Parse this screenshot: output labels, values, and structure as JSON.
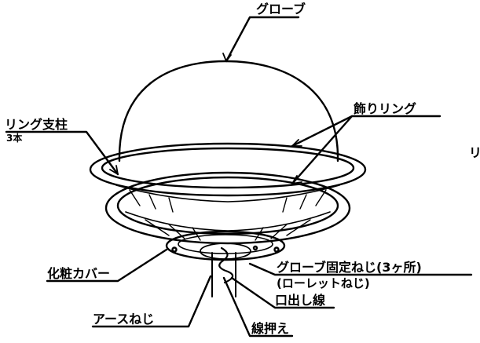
{
  "labels": {
    "globe": "グローブ",
    "ring_support": "リング支柱",
    "ring_support_count": "3本",
    "decor_ring": "飾りリング",
    "cut_off_edge": "リ",
    "cosmetic_cover": "化粧カバー",
    "globe_screw": "グローブ固定ねじ(3ヶ所)",
    "knurled_screw": "(ローレットねじ)",
    "lead_wire": "口出し線",
    "earth_screw": "アースねじ",
    "wire_clamp": "線押え"
  }
}
